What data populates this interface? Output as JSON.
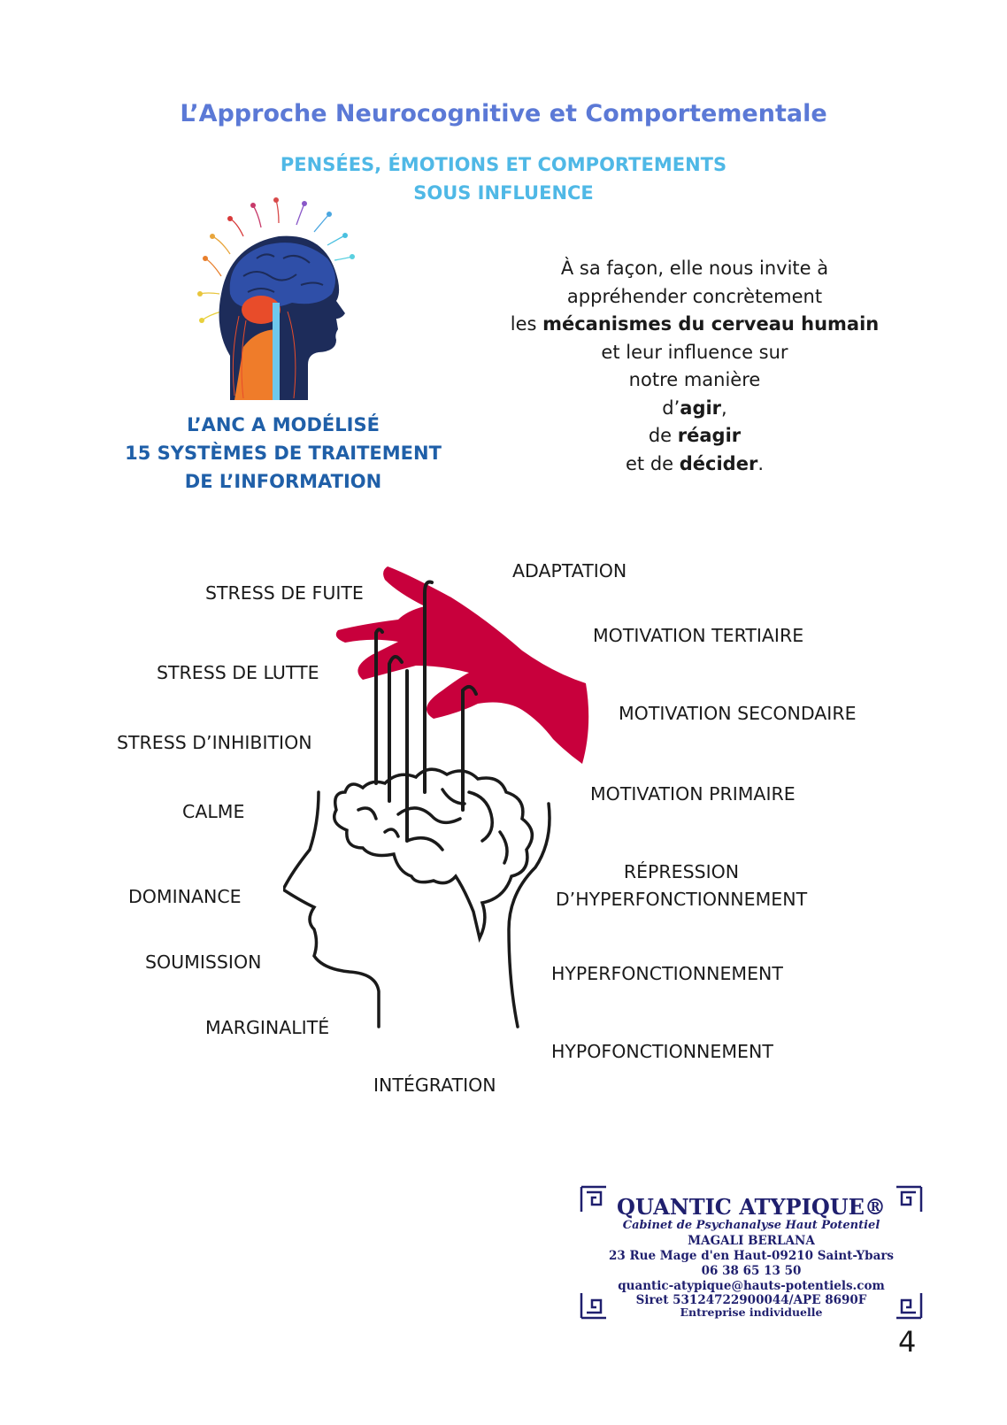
{
  "header": {
    "title": "L’Approche Neurocognitive et Comportementale",
    "subtitle_line1": "PENSÉES, ÉMOTIONS ET COMPORTEMENTS",
    "subtitle_line2": "SOUS INFLUENCE"
  },
  "anc": {
    "line1": "L’ANC A MODÉLISÉ",
    "line2": "15 SYSTÈMES DE TRAITEMENT",
    "line3": "DE L’INFORMATION"
  },
  "description": {
    "l1": "À sa façon, elle nous invite à",
    "l2": "appréhender concrètement",
    "l3_pre": "les ",
    "l3_bold": "mécanismes du cerveau humain",
    "l4": "et leur influence sur",
    "l5": "notre manière",
    "l6_pre": "d’",
    "l6_bold": "agir",
    "l6_post": ",",
    "l7_pre": "de ",
    "l7_bold": "réagir",
    "l8_pre": "et de ",
    "l8_bold": "décider",
    "l8_post": "."
  },
  "systems": {
    "stress_fuite": "STRESS DE FUITE",
    "stress_lutte": "STRESS DE LUTTE",
    "stress_inhibition": "STRESS D’INHIBITION",
    "calme": "CALME",
    "dominance": "DOMINANCE",
    "soumission": "SOUMISSION",
    "marginalite": "MARGINALITÉ",
    "integration": "INTÉGRATION",
    "adaptation": "ADAPTATION",
    "motivation_tertiaire": "MOTIVATION TERTIAIRE",
    "motivation_secondaire": "MOTIVATION SECONDAIRE",
    "motivation_primaire": "MOTIVATION PRIMAIRE",
    "repression_l1": "RÉPRESSION",
    "repression_l2": "D’HYPERFONCTIONNEMENT",
    "hyperfonctionnement": "HYPERFONCTIONNEMENT",
    "hypofonctionnement": "HYPOFONCTIONNEMENT"
  },
  "stamp": {
    "brand": "QUANTIC ATYPIQUE®",
    "tagline": "Cabinet de Psychanalyse Haut Potentiel",
    "name": "MAGALI BERLANA",
    "address": "23 Rue Mage d'en Haut-09210 Saint-Ybars",
    "phone": "06 38 65 13 50",
    "email": "quantic-atypique@hauts-potentiels.com",
    "siret": "Siret 53124722900044/APE 8690F",
    "status": "Entreprise individuelle"
  },
  "page_number": "4",
  "colors": {
    "title": "#5b79d6",
    "subtitle": "#4fb8e6",
    "anc": "#1f5fa8",
    "hand": "#c8003c",
    "stamp_ink": "#1f1f6e"
  }
}
